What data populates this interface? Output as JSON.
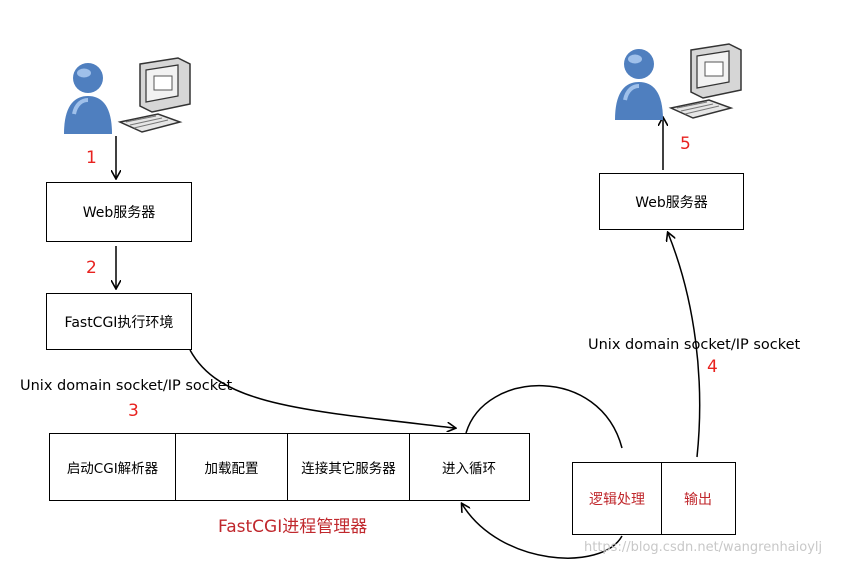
{
  "left_flow": {
    "step1": "1",
    "web_server": "Web服务器",
    "step2": "2",
    "fastcgi_env": "FastCGI执行环境",
    "socket_label": "Unix domain socket/IP socket",
    "step3": "3"
  },
  "manager": {
    "cells": [
      "启动CGI解析器",
      "加载配置",
      "连接其它服务器",
      "进入循环"
    ],
    "caption": "FastCGI进程管理器"
  },
  "worker": {
    "cells": [
      "逻辑处理",
      "输出"
    ]
  },
  "right_flow": {
    "socket_label": "Unix domain socket/IP socket",
    "step4": "4",
    "web_server": "Web服务器",
    "step5": "5"
  },
  "watermark": "https://blog.csdn.net/wangrenhaioylj",
  "colors": {
    "step_number": "#e8221f",
    "caption": "#c0282d",
    "worker_text": "#c0282d",
    "user_icon": "#4f7fbf"
  },
  "icons": [
    "user-computer-icon",
    "user-computer-icon"
  ]
}
